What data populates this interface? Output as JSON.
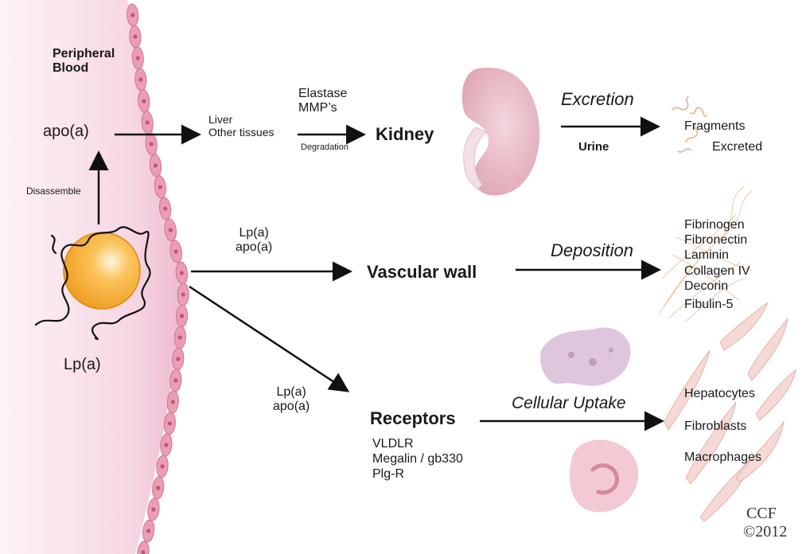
{
  "blood": {
    "title_line1": "Peripheral",
    "title_line2": "Blood",
    "apoa": "apo(a)",
    "disassemble": "Disassemble",
    "lpa": "Lp(a)"
  },
  "degradation_path": {
    "sources": [
      "Liver",
      "Other tissues"
    ],
    "enzymes": [
      "Elastase",
      "MMP’s"
    ],
    "process": "Degradation",
    "organ": "Kidney",
    "fate": "Excretion",
    "route": "Urine",
    "outcome": [
      "Fragments",
      "Excreted"
    ]
  },
  "deposition_path": {
    "molecules": [
      "Lp(a)",
      "apo(a)"
    ],
    "target": "Vascular wall",
    "fate": "Deposition",
    "matrix_proteins": [
      "Fibrinogen",
      "Fibronectin",
      "Laminin",
      "Collagen IV",
      "Decorin",
      "Fibulin-5"
    ]
  },
  "uptake_path": {
    "molecules": [
      "Lp(a)",
      "apo(a)"
    ],
    "target": "Receptors",
    "receptors": [
      "VLDLR",
      "Megalin / gb330",
      "Plg-R"
    ],
    "fate": "Cellular Uptake",
    "cells": [
      "Hepatocytes",
      "Fibroblasts",
      "Macrophages"
    ]
  },
  "credit": {
    "line1": "CCF",
    "line2": "©2012"
  },
  "colors": {
    "vessel_pink": "#f3cbdc",
    "endothelial_cell": "#ec9db3",
    "lipoprotein_core": "#f5a623",
    "kidney": "#e8b8c4",
    "arrow": "#111111"
  }
}
